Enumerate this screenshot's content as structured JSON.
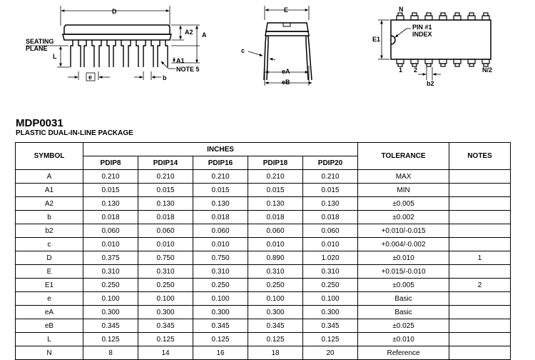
{
  "drawing": {
    "labels": {
      "d": "D",
      "a2": "A2",
      "a": "A",
      "seating_plane": [
        "SEATING",
        "PLANE"
      ],
      "l": "L",
      "a1": "A1",
      "note5": "NOTE 5",
      "e_pitch": "e",
      "b": "b",
      "e_width": "E",
      "c": "c",
      "ea": "eA",
      "eb": "eB",
      "n": "N",
      "pin1_index": [
        "PIN #1",
        "INDEX"
      ],
      "e1": "E1",
      "pin_1": "1",
      "pin_2": "2",
      "n_half": "N/2",
      "b2": "b2"
    }
  },
  "package": {
    "code": "MDP0031",
    "name": "PLASTIC DUAL-IN-LINE PACKAGE"
  },
  "table": {
    "symbol_header": "SYMBOL",
    "group_header": "INCHES",
    "columns": [
      "PDIP8",
      "PDIP14",
      "PDIP16",
      "PDIP18",
      "PDIP20"
    ],
    "tolerance_header": "TOLERANCE",
    "notes_header": "NOTES",
    "rows": [
      {
        "symbol": "A",
        "values": [
          "0.210",
          "0.210",
          "0.210",
          "0.210",
          "0.210"
        ],
        "tolerance": "MAX",
        "notes": ""
      },
      {
        "symbol": "A1",
        "values": [
          "0.015",
          "0.015",
          "0.015",
          "0.015",
          "0.015"
        ],
        "tolerance": "MIN",
        "notes": ""
      },
      {
        "symbol": "A2",
        "values": [
          "0.130",
          "0.130",
          "0.130",
          "0.130",
          "0.130"
        ],
        "tolerance": "±0.005",
        "notes": ""
      },
      {
        "symbol": "b",
        "values": [
          "0.018",
          "0.018",
          "0.018",
          "0.018",
          "0.018"
        ],
        "tolerance": "±0.002",
        "notes": ""
      },
      {
        "symbol": "b2",
        "values": [
          "0.060",
          "0.060",
          "0.060",
          "0.060",
          "0.060"
        ],
        "tolerance": "+0.010/-0.015",
        "notes": ""
      },
      {
        "symbol": "c",
        "values": [
          "0.010",
          "0.010",
          "0.010",
          "0.010",
          "0.010"
        ],
        "tolerance": "+0.004/-0.002",
        "notes": ""
      },
      {
        "symbol": "D",
        "values": [
          "0.375",
          "0.750",
          "0.750",
          "0.890",
          "1.020"
        ],
        "tolerance": "±0.010",
        "notes": "1"
      },
      {
        "symbol": "E",
        "values": [
          "0.310",
          "0.310",
          "0.310",
          "0.310",
          "0.310"
        ],
        "tolerance": "+0.015/-0.010",
        "notes": ""
      },
      {
        "symbol": "E1",
        "values": [
          "0.250",
          "0.250",
          "0.250",
          "0.250",
          "0.250"
        ],
        "tolerance": "±0.005",
        "notes": "2"
      },
      {
        "symbol": "e",
        "values": [
          "0.100",
          "0.100",
          "0.100",
          "0.100",
          "0.100"
        ],
        "tolerance": "Basic",
        "notes": ""
      },
      {
        "symbol": "eA",
        "values": [
          "0.300",
          "0.300",
          "0.300",
          "0.300",
          "0.300"
        ],
        "tolerance": "Basic",
        "notes": ""
      },
      {
        "symbol": "eB",
        "values": [
          "0.345",
          "0.345",
          "0.345",
          "0.345",
          "0.345"
        ],
        "tolerance": "±0.025",
        "notes": ""
      },
      {
        "symbol": "L",
        "values": [
          "0.125",
          "0.125",
          "0.125",
          "0.125",
          "0.125"
        ],
        "tolerance": "±0.010",
        "notes": ""
      },
      {
        "symbol": "N",
        "values": [
          "8",
          "14",
          "16",
          "18",
          "20"
        ],
        "tolerance": "Reference",
        "notes": ""
      }
    ]
  }
}
